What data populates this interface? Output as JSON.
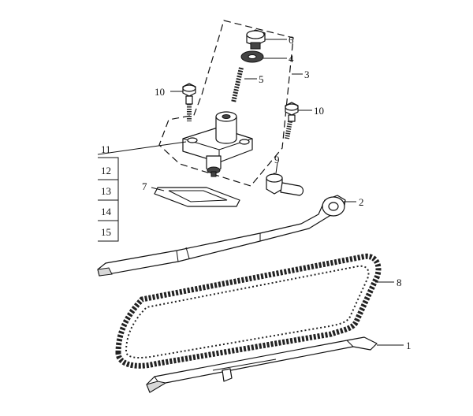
{
  "callouts": {
    "c1": "1",
    "c2": "2",
    "c3": "3",
    "c4": "4",
    "c5": "5",
    "c6": "6",
    "c7": "7",
    "c8": "8",
    "c9": "9",
    "c10a": "10",
    "c10b": "10",
    "c11": "11",
    "c12": "12",
    "c13": "13",
    "c14": "14",
    "c15": "15"
  }
}
